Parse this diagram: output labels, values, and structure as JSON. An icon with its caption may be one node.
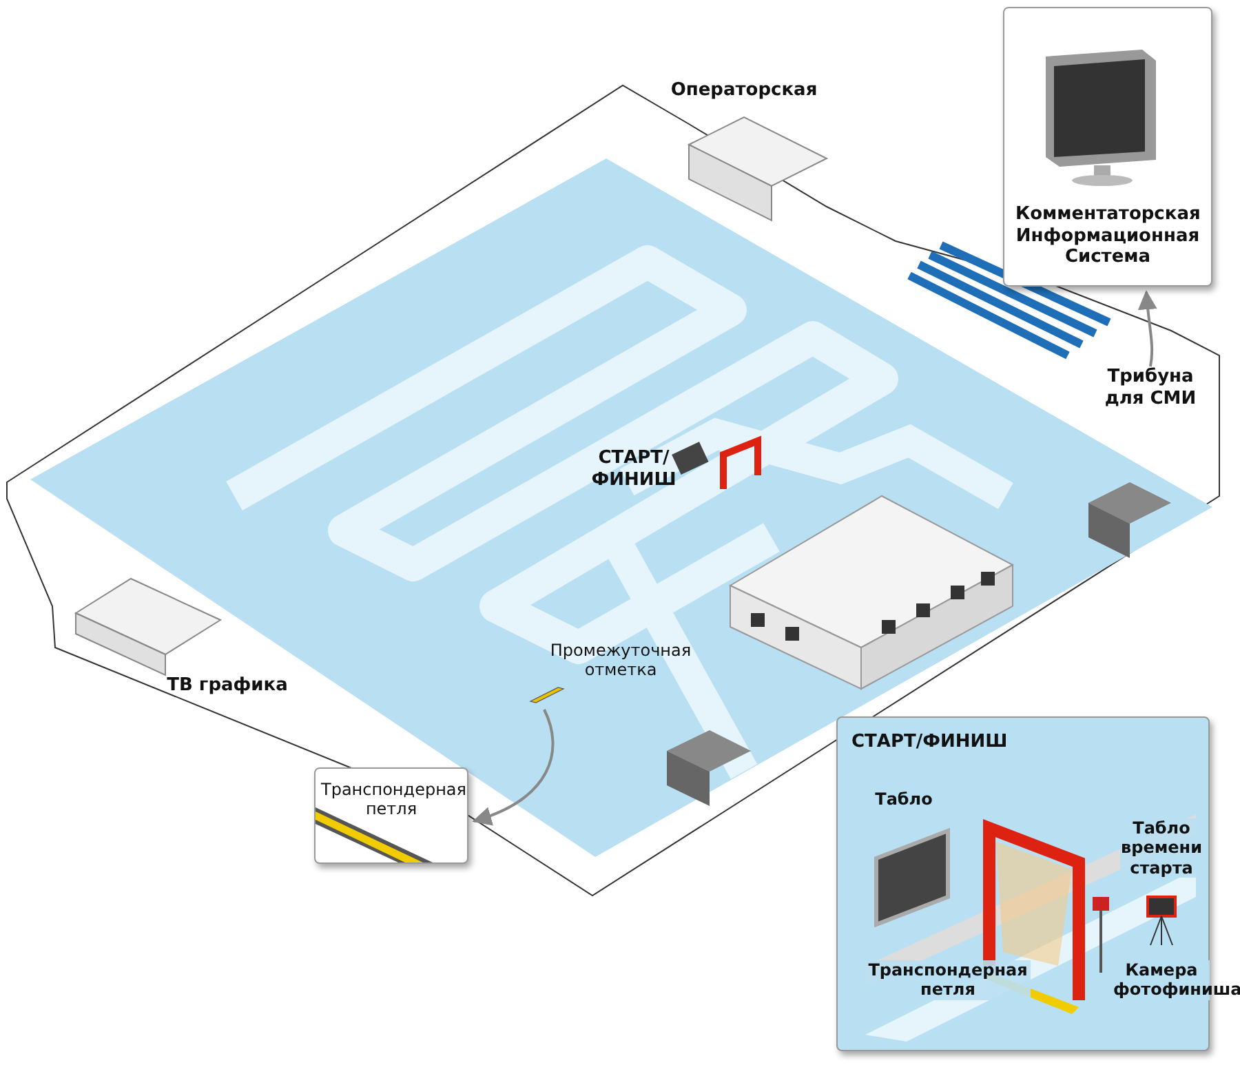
{
  "diagram": {
    "nodes": [
      {
        "text": [
          "Операторская"
        ]
      },
      {
        "text": [
          "Комментаторская Информационная Система"
        ]
      },
      {
        "text": [
          "Трибуна для СМИ"
        ]
      },
      {
        "text": [
          "СТАРТ/ ФИНИШ"
        ]
      },
      {
        "text": [
          "ТВ графика"
        ]
      },
      {
        "text": [
          "Промежуточная отметка"
        ]
      },
      {
        "text": [
          "Транспондерная петля"
        ]
      },
      {
        "text": [
          "СТАРТ/ФИНИШ"
        ]
      }
    ],
    "edges": [
      {
        "from": 2,
        "to": 1,
        "arrow": "to"
      },
      {
        "from": 5,
        "to": 6,
        "arrow": "to"
      }
    ],
    "labels": [
      "Табло",
      "Табло времени старта",
      "Транспондерная петля",
      "Камера фотофиниша"
    ]
  }
}
